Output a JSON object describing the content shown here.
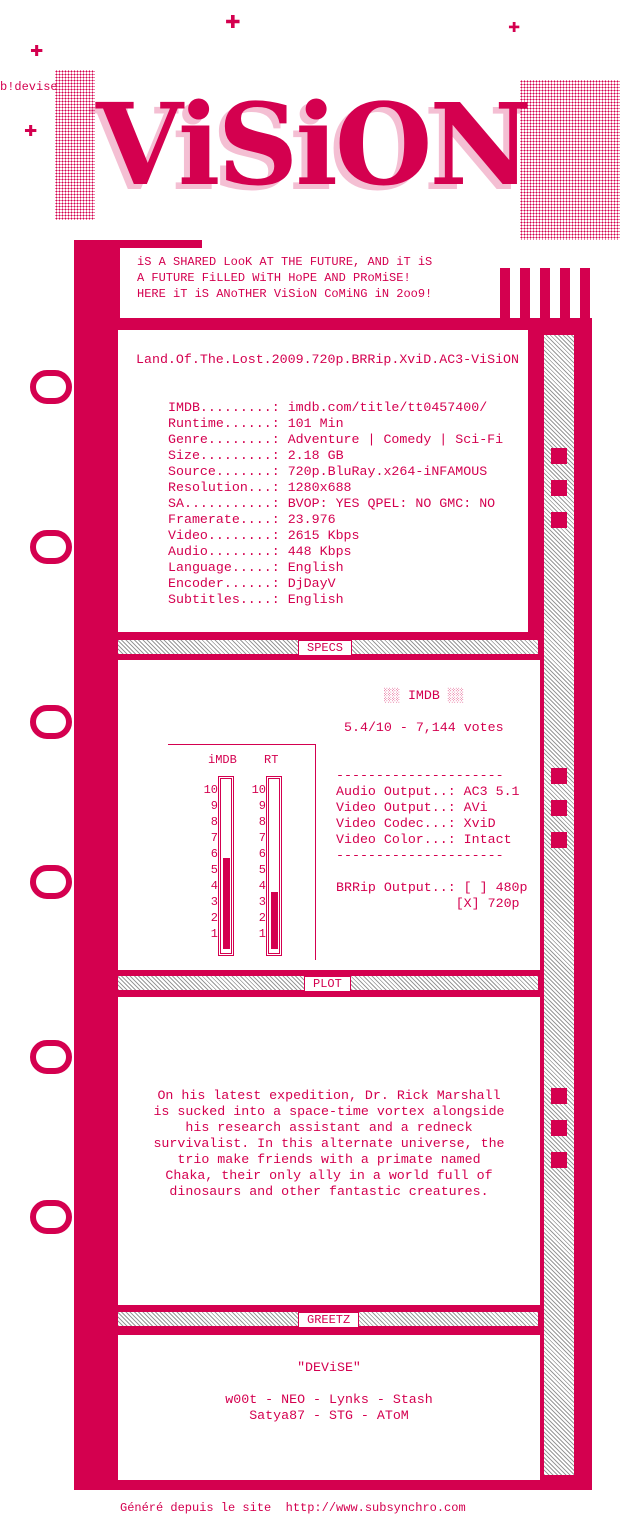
{
  "header": {
    "group_tag": "b!devise",
    "logo": "ViSiON",
    "tagline": [
      "iS A SHARED LooK AT THE FUTURE, AND iT iS",
      "A FUTURE FiLLED WiTH HoPE AND PRoMiSE!",
      "HERE iT iS ANoTHER ViSioN CoMiNG iN 2oo9!"
    ]
  },
  "release": {
    "name": "Land.Of.The.Lost.2009.720p.BRRip.XviD.AC3-ViSiON",
    "info": [
      "IMDB.........: imdb.com/title/tt0457400/",
      "Runtime......: 101 Min",
      "Genre........: Adventure | Comedy | Sci-Fi",
      "Size.........: 2.18 GB",
      "Source.......: 720p.BluRay.x264-iNFAMOUS",
      "Resolution...: 1280x688",
      "SA...........: BVOP: YES QPEL: NO GMC: NO",
      "Framerate....: 23.976",
      "Video........: 2615 Kbps",
      "Audio........: 448 Kbps",
      "Language.....: English",
      "Encoder......: DjDayV",
      "Subtitles....: English"
    ]
  },
  "sections": {
    "specs": "SPECS",
    "plot": "PLOT",
    "greetz": "GREETZ"
  },
  "imdb": {
    "title": "░░ IMDB ░░",
    "score": "5.4/10 - 7,144 votes",
    "gauges": [
      {
        "label": "iMDB",
        "value": 5.4
      },
      {
        "label": "RT",
        "value": 3.4
      }
    ],
    "ticks": [
      "10",
      "9",
      "8",
      "7",
      "6",
      "5",
      "4",
      "3",
      "2",
      "1"
    ],
    "specs": [
      "---------------------",
      "Audio Output..: AC3 5.1",
      "Video Output..: AVi",
      "Video Codec...: XviD",
      "Video Color...: Intact",
      "---------------------",
      "",
      "BRRip Output..: [ ] 480p",
      "               [X] 720p"
    ]
  },
  "plot": [
    "On his latest expedition, Dr. Rick Marshall",
    "is sucked into a space-time vortex alongside",
    "his research assistant and a redneck",
    "survivalist. In this alternate universe, the",
    "trio make friends with a primate named",
    "Chaka, their only ally in a world full of",
    "dinosaurs and other fantastic creatures."
  ],
  "greetz": {
    "title": "\"DEViSE\"",
    "lines": [
      "w00t - NEO - Lynks - Stash",
      "Satya87 - STG - AToM"
    ]
  },
  "footer": "Généré depuis le site  http://www.subsynchro.com",
  "colors": {
    "accent": "#d4004f"
  }
}
